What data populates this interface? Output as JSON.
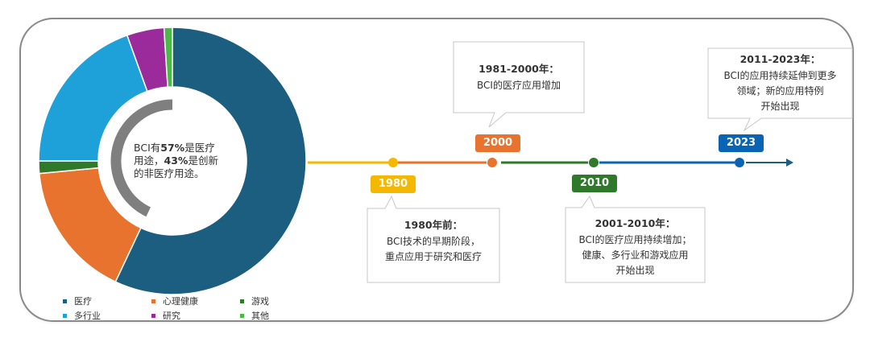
{
  "chart_data": {
    "type": "donut",
    "series": [
      {
        "name": "医疗",
        "value": 57,
        "color": "#1b5e80"
      },
      {
        "name": "心理健康",
        "value": 16.5,
        "color": "#e8732e"
      },
      {
        "name": "游戏",
        "value": 1.5,
        "color": "#2e7a2a"
      },
      {
        "name": "多行业",
        "value": 19.5,
        "color": "#1ea0d8"
      },
      {
        "name": "研究",
        "value": 4.5,
        "color": "#9b2b9b"
      },
      {
        "name": "其他",
        "value": 1,
        "color": "#4bb848"
      }
    ],
    "inner_ring": {
      "value": 43,
      "color": "#7f7f7f"
    },
    "center_text": {
      "line1_pre": "BCI有",
      "line1_bold": "57%",
      "line1_post": "是医疗",
      "line2_pre": "用途，",
      "line2_bold": "43%",
      "line2_post": "是创新",
      "line3": "的非医疗用途。"
    }
  },
  "timeline": {
    "points": [
      {
        "year": "1980",
        "color": "#f5b800"
      },
      {
        "year": "2000",
        "color": "#e8732e"
      },
      {
        "year": "2010",
        "color": "#2e7a2a"
      },
      {
        "year": "2023",
        "color": "#0a64b4"
      }
    ],
    "callouts": [
      {
        "title": "1981-2000年：",
        "lines": [
          "BCI的医疗应用增加"
        ]
      },
      {
        "title": "2011-2023年：",
        "lines": [
          "BCI的应用持续延伸到更多",
          "领域；新的应用特例",
          "开始出现"
        ]
      },
      {
        "title": "1980年前：",
        "lines": [
          "BCI技术的早期阶段，",
          "重点应用于研究和医疗"
        ]
      },
      {
        "title": "2001-2010年：",
        "lines": [
          "BCI的医疗应用持续增加；",
          "健康、多行业和游戏应用",
          "开始出现"
        ]
      }
    ]
  }
}
